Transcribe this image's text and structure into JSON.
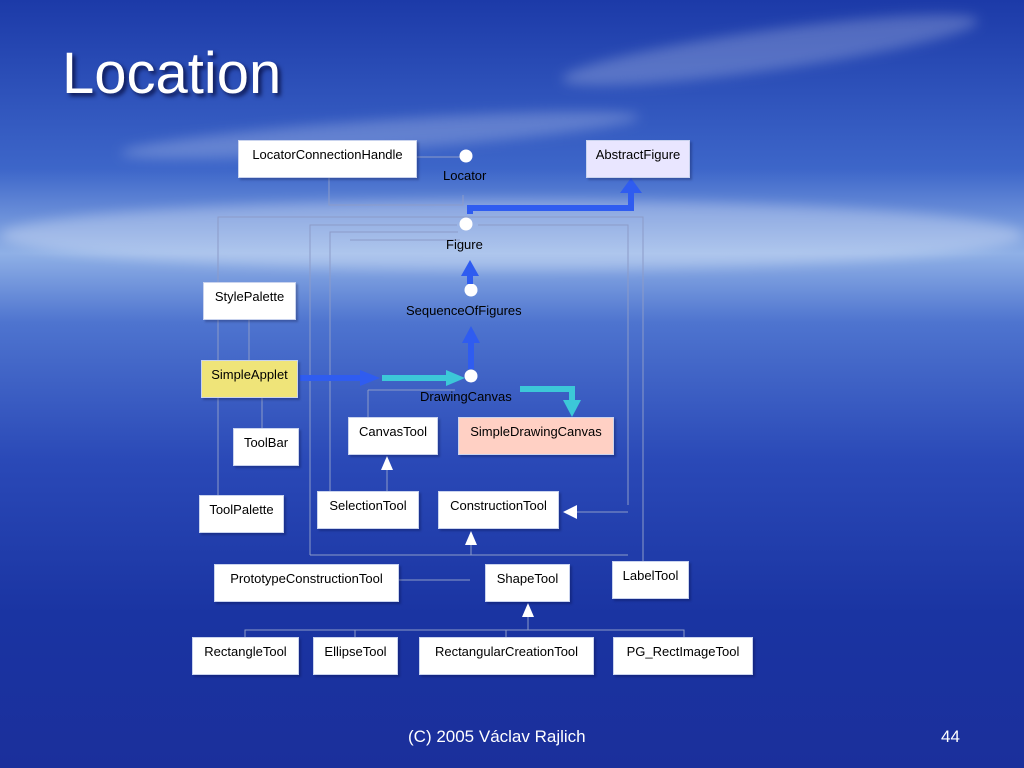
{
  "slide": {
    "title": "Location",
    "footer": "(C) 2005 Václav Rajlich",
    "page_number": "44"
  },
  "diagram": {
    "classes": {
      "locator_connection_handle": "LocatorConnectionHandle",
      "abstract_figure": "AbstractFigure",
      "style_palette": "StylePalette",
      "simple_applet": "SimpleApplet",
      "tool_bar": "ToolBar",
      "canvas_tool": "CanvasTool",
      "simple_drawing_canvas": "SimpleDrawingCanvas",
      "tool_palette": "ToolPalette",
      "selection_tool": "SelectionTool",
      "construction_tool": "ConstructionTool",
      "prototype_construction_tool": "PrototypeConstructionTool",
      "shape_tool": "ShapeTool",
      "label_tool": "LabelTool",
      "rectangle_tool": "RectangleTool",
      "ellipse_tool": "EllipseTool",
      "rectangular_creation_tool": "RectangularCreationTool",
      "pg_rect_image_tool": "PG_RectImageTool"
    },
    "interfaces": {
      "locator": "Locator",
      "figure": "Figure",
      "sequence_of_figures": "SequenceOfFigures",
      "drawing_canvas": "DrawingCanvas"
    },
    "colors": {
      "abstract_figure_fill": "#e9e6ff",
      "simple_applet_fill": "#efe479",
      "simple_drawing_canvas_fill": "#ffd0c4",
      "flow_blue": "#2f5cf0",
      "flow_cyan": "#3cc8d8"
    }
  }
}
